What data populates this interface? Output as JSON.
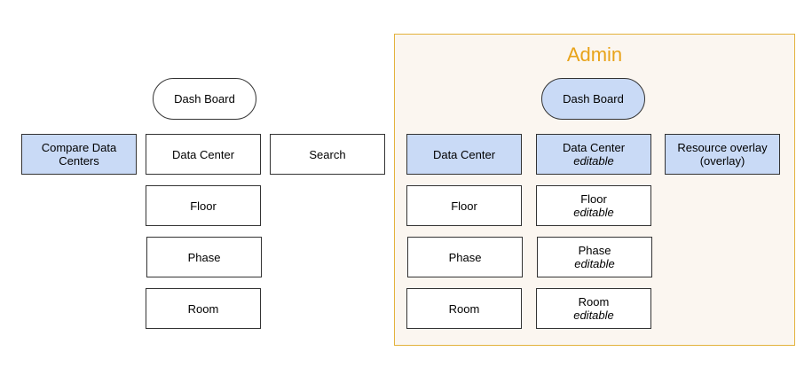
{
  "admin": {
    "title": "Admin"
  },
  "left": {
    "dashboard": "Dash Board",
    "compare": "Compare Data Centers",
    "data_center": "Data Center",
    "search": "Search",
    "floor": "Floor",
    "phase": "Phase",
    "room": "Room"
  },
  "right": {
    "dashboard": "Dash Board",
    "data_center": "Data Center",
    "data_center_editable": {
      "label": "Data Center",
      "note": "editable"
    },
    "resource_overlay": {
      "label": "Resource overlay",
      "note": "(overlay)"
    },
    "floor": "Floor",
    "floor_editable": {
      "label": "Floor",
      "note": "editable"
    },
    "phase": "Phase",
    "phase_editable": {
      "label": "Phase",
      "note": "editable"
    },
    "room": "Room",
    "room_editable": {
      "label": "Room",
      "note": "editable"
    }
  },
  "colors": {
    "highlight_fill": "#c9daf6",
    "admin_border": "#e3b23c",
    "admin_title": "#e8a31a",
    "admin_fill": "#fbf6f0"
  }
}
